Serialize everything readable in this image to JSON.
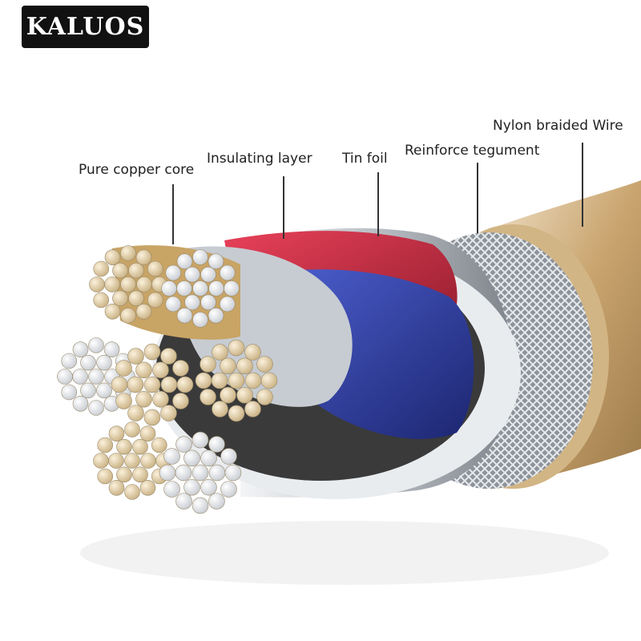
{
  "brand": {
    "text": "KALUOS"
  },
  "labels": {
    "copper_core": "Pure copper core",
    "insulating_layer": "Insulating layer",
    "tin_foil": "Tin foil",
    "reinforce_tegument": "Reinforce tegument",
    "nylon_braided": "Nylon braided Wire"
  },
  "colors": {
    "brand_bg": "#111111",
    "red_insulation": "#c8283a",
    "blue_insulation": "#2a3a9c",
    "copper": "#d7c29a",
    "silver": "#d9dde2"
  }
}
